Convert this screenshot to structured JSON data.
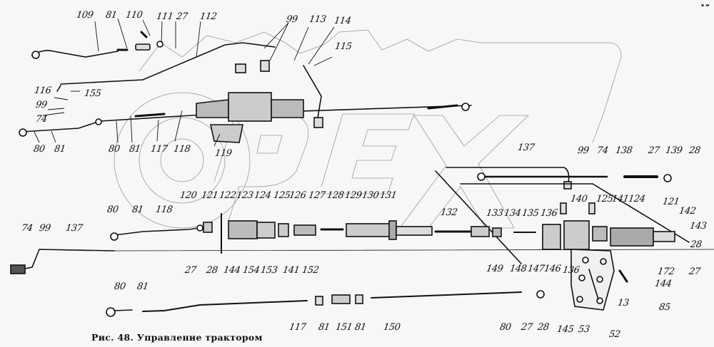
{
  "figure": {
    "caption": "Рис. 48. Управление трактором",
    "corner_mark": "▪ ▬",
    "watermark": "OPEX"
  },
  "labels": [
    {
      "id": "l1",
      "text": "109"
    },
    {
      "id": "l2",
      "text": "81"
    },
    {
      "id": "l3",
      "text": "110"
    },
    {
      "id": "l4",
      "text": "111"
    },
    {
      "id": "l5",
      "text": "27"
    },
    {
      "id": "l6",
      "text": "112"
    },
    {
      "id": "l7",
      "text": "99"
    },
    {
      "id": "l8",
      "text": "113"
    },
    {
      "id": "l9",
      "text": "114"
    },
    {
      "id": "l10",
      "text": "115"
    },
    {
      "id": "l11",
      "text": "116"
    },
    {
      "id": "l12",
      "text": "155"
    },
    {
      "id": "l13",
      "text": "99"
    },
    {
      "id": "l14",
      "text": "74"
    },
    {
      "id": "l15",
      "text": "80"
    },
    {
      "id": "l16",
      "text": "81"
    },
    {
      "id": "l17",
      "text": "80"
    },
    {
      "id": "l18",
      "text": "81"
    },
    {
      "id": "l19",
      "text": "117"
    },
    {
      "id": "l20",
      "text": "118"
    },
    {
      "id": "l21",
      "text": "119"
    },
    {
      "id": "l22",
      "text": "137"
    },
    {
      "id": "l23",
      "text": "99"
    },
    {
      "id": "l24",
      "text": "74"
    },
    {
      "id": "l25",
      "text": "138"
    },
    {
      "id": "l26",
      "text": "27"
    },
    {
      "id": "l27",
      "text": "139"
    },
    {
      "id": "l28",
      "text": "28"
    },
    {
      "id": "l29",
      "text": "120"
    },
    {
      "id": "l30",
      "text": "121"
    },
    {
      "id": "l31",
      "text": "122"
    },
    {
      "id": "l32",
      "text": "123"
    },
    {
      "id": "l33",
      "text": "124"
    },
    {
      "id": "l34",
      "text": "125"
    },
    {
      "id": "l35",
      "text": "126"
    },
    {
      "id": "l36",
      "text": "127"
    },
    {
      "id": "l37",
      "text": "128"
    },
    {
      "id": "l38",
      "text": "129"
    },
    {
      "id": "l39",
      "text": "130"
    },
    {
      "id": "l40",
      "text": "131"
    },
    {
      "id": "l41",
      "text": "80"
    },
    {
      "id": "l42",
      "text": "81"
    },
    {
      "id": "l43",
      "text": "118"
    },
    {
      "id": "l44",
      "text": "74"
    },
    {
      "id": "l45",
      "text": "99"
    },
    {
      "id": "l46",
      "text": "137"
    },
    {
      "id": "l47",
      "text": "27"
    },
    {
      "id": "l48",
      "text": "28"
    },
    {
      "id": "l49",
      "text": "144"
    },
    {
      "id": "l50",
      "text": "154"
    },
    {
      "id": "l51",
      "text": "153"
    },
    {
      "id": "l52",
      "text": "141"
    },
    {
      "id": "l53",
      "text": "152"
    },
    {
      "id": "l54",
      "text": "132"
    },
    {
      "id": "l55",
      "text": "133"
    },
    {
      "id": "l56",
      "text": "134"
    },
    {
      "id": "l57",
      "text": "135"
    },
    {
      "id": "l58",
      "text": "136"
    },
    {
      "id": "l59",
      "text": "140"
    },
    {
      "id": "l60",
      "text": "125"
    },
    {
      "id": "l61",
      "text": "141"
    },
    {
      "id": "l62",
      "text": "124"
    },
    {
      "id": "l63",
      "text": "121"
    },
    {
      "id": "l64",
      "text": "142"
    },
    {
      "id": "l65",
      "text": "143"
    },
    {
      "id": "l66",
      "text": "149"
    },
    {
      "id": "l67",
      "text": "148"
    },
    {
      "id": "l68",
      "text": "147"
    },
    {
      "id": "l69",
      "text": "146"
    },
    {
      "id": "l70",
      "text": "136"
    },
    {
      "id": "l71",
      "text": "28"
    },
    {
      "id": "l72",
      "text": "172"
    },
    {
      "id": "l73",
      "text": "27"
    },
    {
      "id": "l74",
      "text": "144"
    },
    {
      "id": "l75",
      "text": "13"
    },
    {
      "id": "l76",
      "text": "85"
    },
    {
      "id": "l77",
      "text": "80"
    },
    {
      "id": "l78",
      "text": "81"
    },
    {
      "id": "l79",
      "text": "117"
    },
    {
      "id": "l80",
      "text": "81"
    },
    {
      "id": "l81",
      "text": "151"
    },
    {
      "id": "l82",
      "text": "81"
    },
    {
      "id": "l83",
      "text": "150"
    },
    {
      "id": "l84",
      "text": "80"
    },
    {
      "id": "l85",
      "text": "27"
    },
    {
      "id": "l86",
      "text": "28"
    },
    {
      "id": "l87",
      "text": "145"
    },
    {
      "id": "l88",
      "text": "53"
    },
    {
      "id": "l89",
      "text": "52"
    }
  ]
}
